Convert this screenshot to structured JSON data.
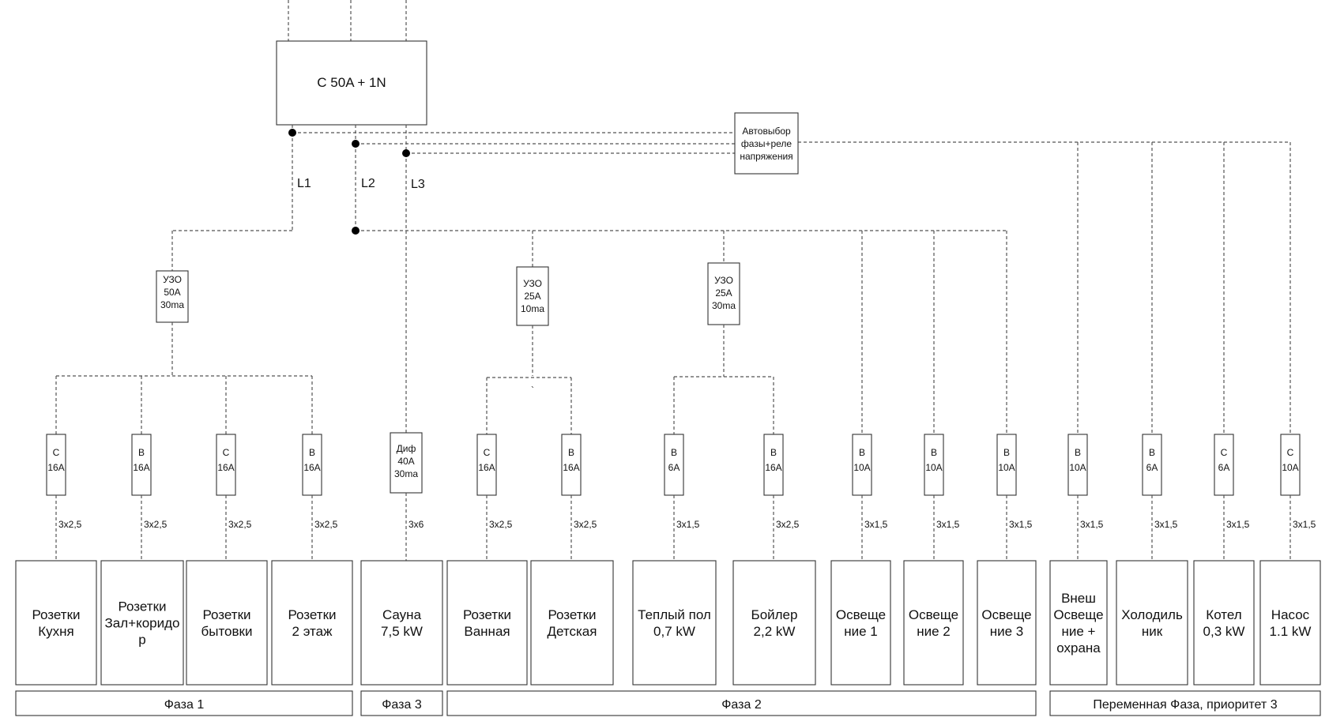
{
  "main_breaker": "C 50A + 1N",
  "auto_phase": [
    "Автовыбор",
    "фазы+реле",
    "напряжения"
  ],
  "phase_labels": [
    "L1",
    "L2",
    "L3"
  ],
  "rcds": [
    [
      "УЗО",
      "50A",
      "30ma"
    ],
    [
      "УЗО",
      "25A",
      "10ma"
    ],
    [
      "УЗО",
      "25A",
      "30ma"
    ]
  ],
  "stray_mark": "`",
  "breakers": [
    [
      "C",
      "16A"
    ],
    [
      "B",
      "16A"
    ],
    [
      "C",
      "16A"
    ],
    [
      "B",
      "16A"
    ],
    [
      "Диф",
      "40A",
      "30ma"
    ],
    [
      "C",
      "16A"
    ],
    [
      "B",
      "16A"
    ],
    [
      "B",
      "6A"
    ],
    [
      "B",
      "16A"
    ],
    [
      "B",
      "10A"
    ],
    [
      "B",
      "10A"
    ],
    [
      "B",
      "10A"
    ],
    [
      "B",
      "10A"
    ],
    [
      "B",
      "6A"
    ],
    [
      "C",
      "6A"
    ],
    [
      "C",
      "10A"
    ]
  ],
  "cables": [
    "3х2,5",
    "3х2,5",
    "3х2,5",
    "3х2,5",
    "3х6",
    "3х2,5",
    "3х2,5",
    "3х1,5",
    "3х2,5",
    "3х1,5",
    "3х1,5",
    "3х1,5",
    "3х1,5",
    "3х1,5",
    "3х1,5",
    "3х1,5"
  ],
  "loads": [
    [
      "Розетки",
      "Кухня"
    ],
    [
      "Розетки",
      "Зал+коридо",
      "р"
    ],
    [
      "Розетки",
      "бытовки"
    ],
    [
      "Розетки",
      "2 этаж"
    ],
    [
      "Сауна",
      "7,5 kW"
    ],
    [
      "Розетки",
      "Ванная"
    ],
    [
      "Розетки",
      "Детская"
    ],
    [
      "Теплый пол",
      "0,7 kW"
    ],
    [
      "Бойлер",
      "2,2 kW"
    ],
    [
      "Освеще",
      "ние 1"
    ],
    [
      "Освеще",
      "ние 2"
    ],
    [
      "Освеще",
      "ние 3"
    ],
    [
      "Внеш",
      "Освеще",
      "ние  +",
      "охрана"
    ],
    [
      "Холодиль",
      "ник"
    ],
    [
      "Котел",
      "0,3 kW"
    ],
    [
      "Насос",
      "1.1 kW"
    ]
  ],
  "phase_groups": [
    "Фаза 1",
    "Фаза 3",
    "Фаза 2",
    "Переменная Фаза, приоритет 3"
  ]
}
